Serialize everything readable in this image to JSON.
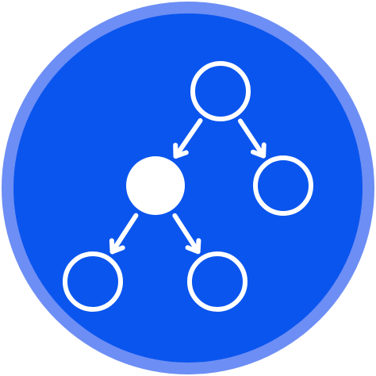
{
  "icon": {
    "name": "tree-hierarchy-icon",
    "colors": {
      "outer_ring": "#6D8EF4",
      "inner_disc": "#0A55EE",
      "stroke": "#FFFFFF",
      "selected_node": "#FFFFFF",
      "background": "#FFFFFF"
    },
    "nodes": [
      {
        "id": "root",
        "filled": false
      },
      {
        "id": "left-child",
        "filled": true
      },
      {
        "id": "right-child",
        "filled": false
      },
      {
        "id": "left-left-leaf",
        "filled": false
      },
      {
        "id": "left-right-leaf",
        "filled": false
      }
    ],
    "edges": [
      {
        "from": "root",
        "to": "left-child"
      },
      {
        "from": "root",
        "to": "right-child"
      },
      {
        "from": "left-child",
        "to": "left-left-leaf"
      },
      {
        "from": "left-child",
        "to": "left-right-leaf"
      }
    ]
  }
}
